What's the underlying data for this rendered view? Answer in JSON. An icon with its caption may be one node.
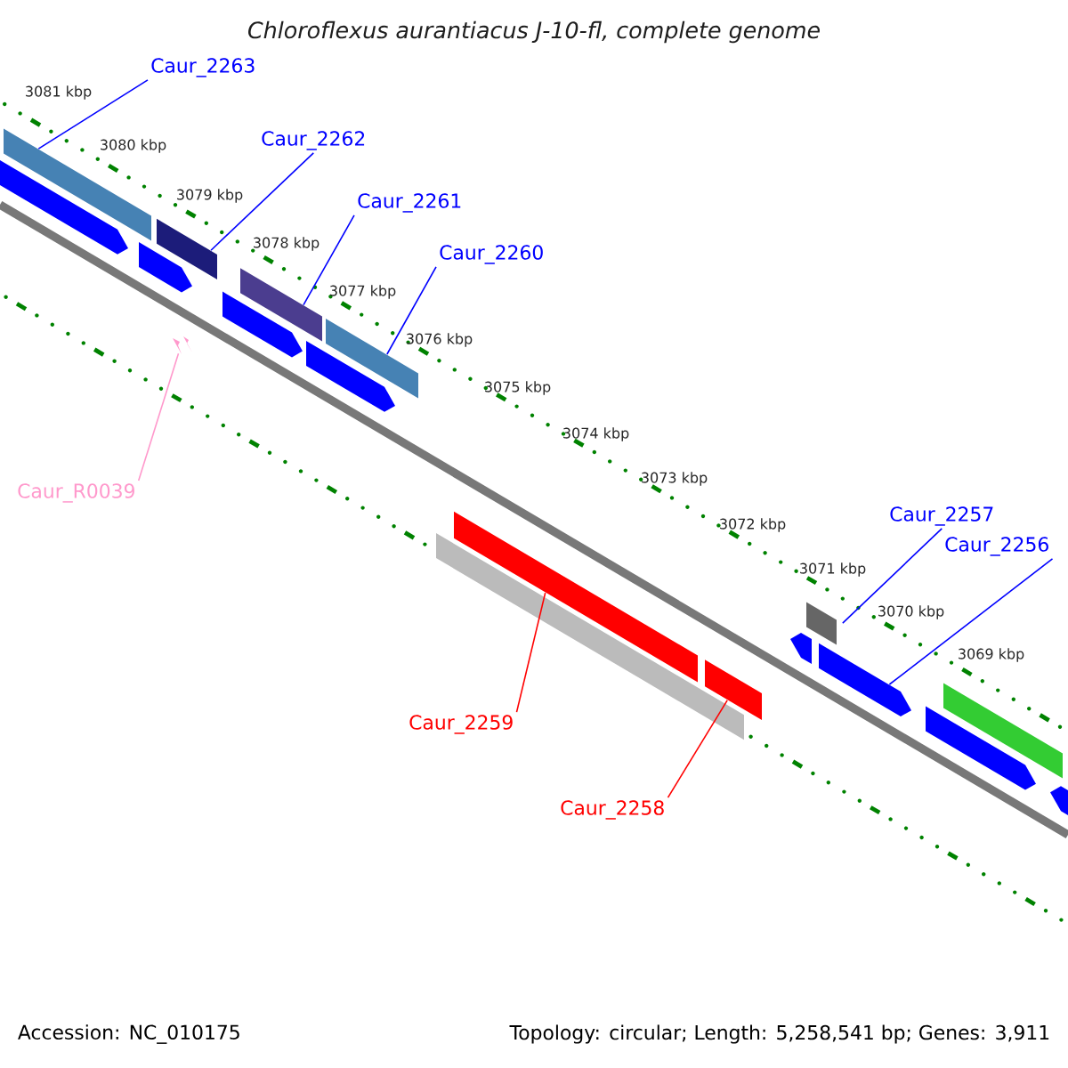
{
  "diagram": {
    "title": "Chloroflexus aurantiacus J-10-fl, complete genome",
    "nodes": [
      {
        "text": [
          "Caur_2263"
        ]
      },
      {
        "text": [],
        "shape": "bar"
      },
      {
        "text": [
          "Caur_2262"
        ]
      },
      {
        "text": [],
        "shape": "bar"
      },
      {
        "text": [
          "Caur_2261"
        ]
      },
      {
        "text": [],
        "shape": "bar"
      },
      {
        "text": [
          "Caur_2260"
        ]
      },
      {
        "text": [],
        "shape": "bar"
      },
      {
        "text": [
          "Caur_R0039"
        ]
      },
      {
        "text": [],
        "shape": "arrow"
      },
      {
        "text": [
          "Caur_2259"
        ]
      },
      {
        "text": [],
        "shape": "bar"
      },
      {
        "text": [
          "Caur_2258"
        ]
      },
      {
        "text": [],
        "shape": "bar"
      },
      {
        "text": [
          "Caur_2257"
        ]
      },
      {
        "text": [],
        "shape": "bar"
      },
      {
        "text": [
          "Caur_2256"
        ]
      },
      {
        "text": [],
        "shape": "pentagon"
      },
      {
        "text": [],
        "shape": "pentagon"
      },
      {
        "text": [],
        "shape": "pentagon"
      },
      {
        "text": [],
        "shape": "pentagon"
      },
      {
        "text": [],
        "shape": "pentagon"
      },
      {
        "text": [],
        "shape": "bar"
      },
      {
        "text": [],
        "shape": "pentagon"
      },
      {
        "text": [],
        "shape": "pentagon"
      },
      {
        "text": [],
        "shape": "bar"
      },
      {
        "text": [],
        "shape": "pentagon"
      }
    ],
    "edges": [
      {
        "from": 0,
        "to": 1,
        "arrow": "none"
      },
      {
        "from": 2,
        "to": 3,
        "arrow": "none"
      },
      {
        "from": 4,
        "to": 5,
        "arrow": "none"
      },
      {
        "from": 6,
        "to": 7,
        "arrow": "none"
      },
      {
        "from": 8,
        "to": 9,
        "arrow": "none",
        "color": "#ff99cc"
      },
      {
        "from": 10,
        "to": 11,
        "arrow": "none",
        "color": "#ff0000"
      },
      {
        "from": 12,
        "to": 13,
        "arrow": "none",
        "color": "#ff0000"
      },
      {
        "from": 14,
        "to": 15,
        "arrow": "none"
      },
      {
        "from": 16,
        "to": 17,
        "arrow": "none"
      }
    ],
    "labels": [
      "3081 kbp",
      "3080 kbp",
      "3079 kbp",
      "3078 kbp",
      "3077 kbp",
      "3076 kbp",
      "3075 kbp",
      "3074 kbp",
      "3073 kbp",
      "3072 kbp",
      "3071 kbp",
      "3070 kbp",
      "3069 kbp",
      "Accession: NC_010175",
      "Topology: circular; Length: 5,258,541 bp; Genes: 3,911"
    ]
  }
}
